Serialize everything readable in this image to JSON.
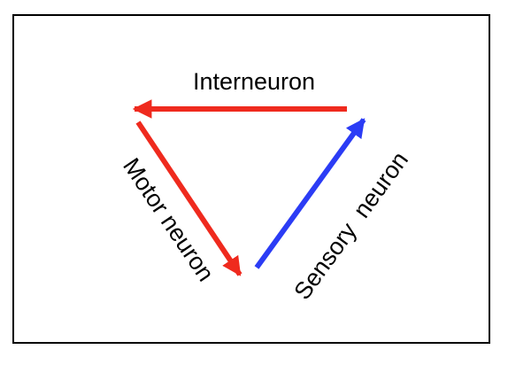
{
  "labels": {
    "interneuron": "Interneuron",
    "motor": "Motor neuron",
    "sensory": "Sensory  neuron"
  },
  "colors": {
    "interneuron_arrow": "#ef2a1e",
    "motor_arrow": "#ef2a1e",
    "sensory_arrow": "#2b3cf5",
    "frame": "#000000",
    "text": "#000000",
    "background": "#ffffff"
  },
  "arrows": [
    {
      "name": "interneuron",
      "from": "sensory neuron end",
      "to": "motor neuron start"
    },
    {
      "name": "motor neuron",
      "from": "top-left",
      "to": "bottom"
    },
    {
      "name": "sensory neuron",
      "from": "bottom",
      "to": "top-right"
    }
  ]
}
